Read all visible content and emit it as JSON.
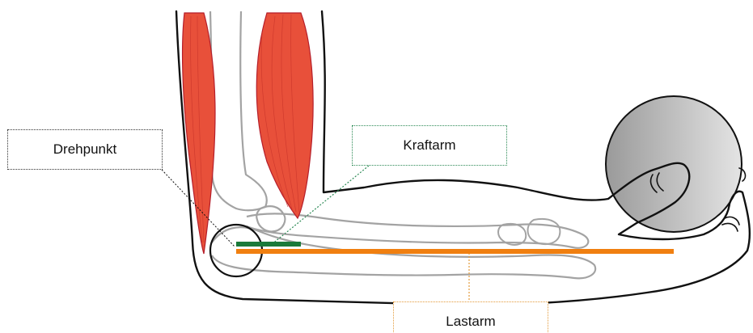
{
  "labels": {
    "pivot": "Drehpunkt",
    "effort_arm": "Kraftarm",
    "load_arm": "Lastarm"
  },
  "colors": {
    "outline": "#111111",
    "bone": "#a3a3a3",
    "muscle_fill": "#e8503a",
    "muscle_stroke": "#b51e2a",
    "effort_arm": "#1a7a3a",
    "load_arm": "#f07f10",
    "ball_dark": "#9a9a9a",
    "ball_light": "#e4e4e4"
  }
}
